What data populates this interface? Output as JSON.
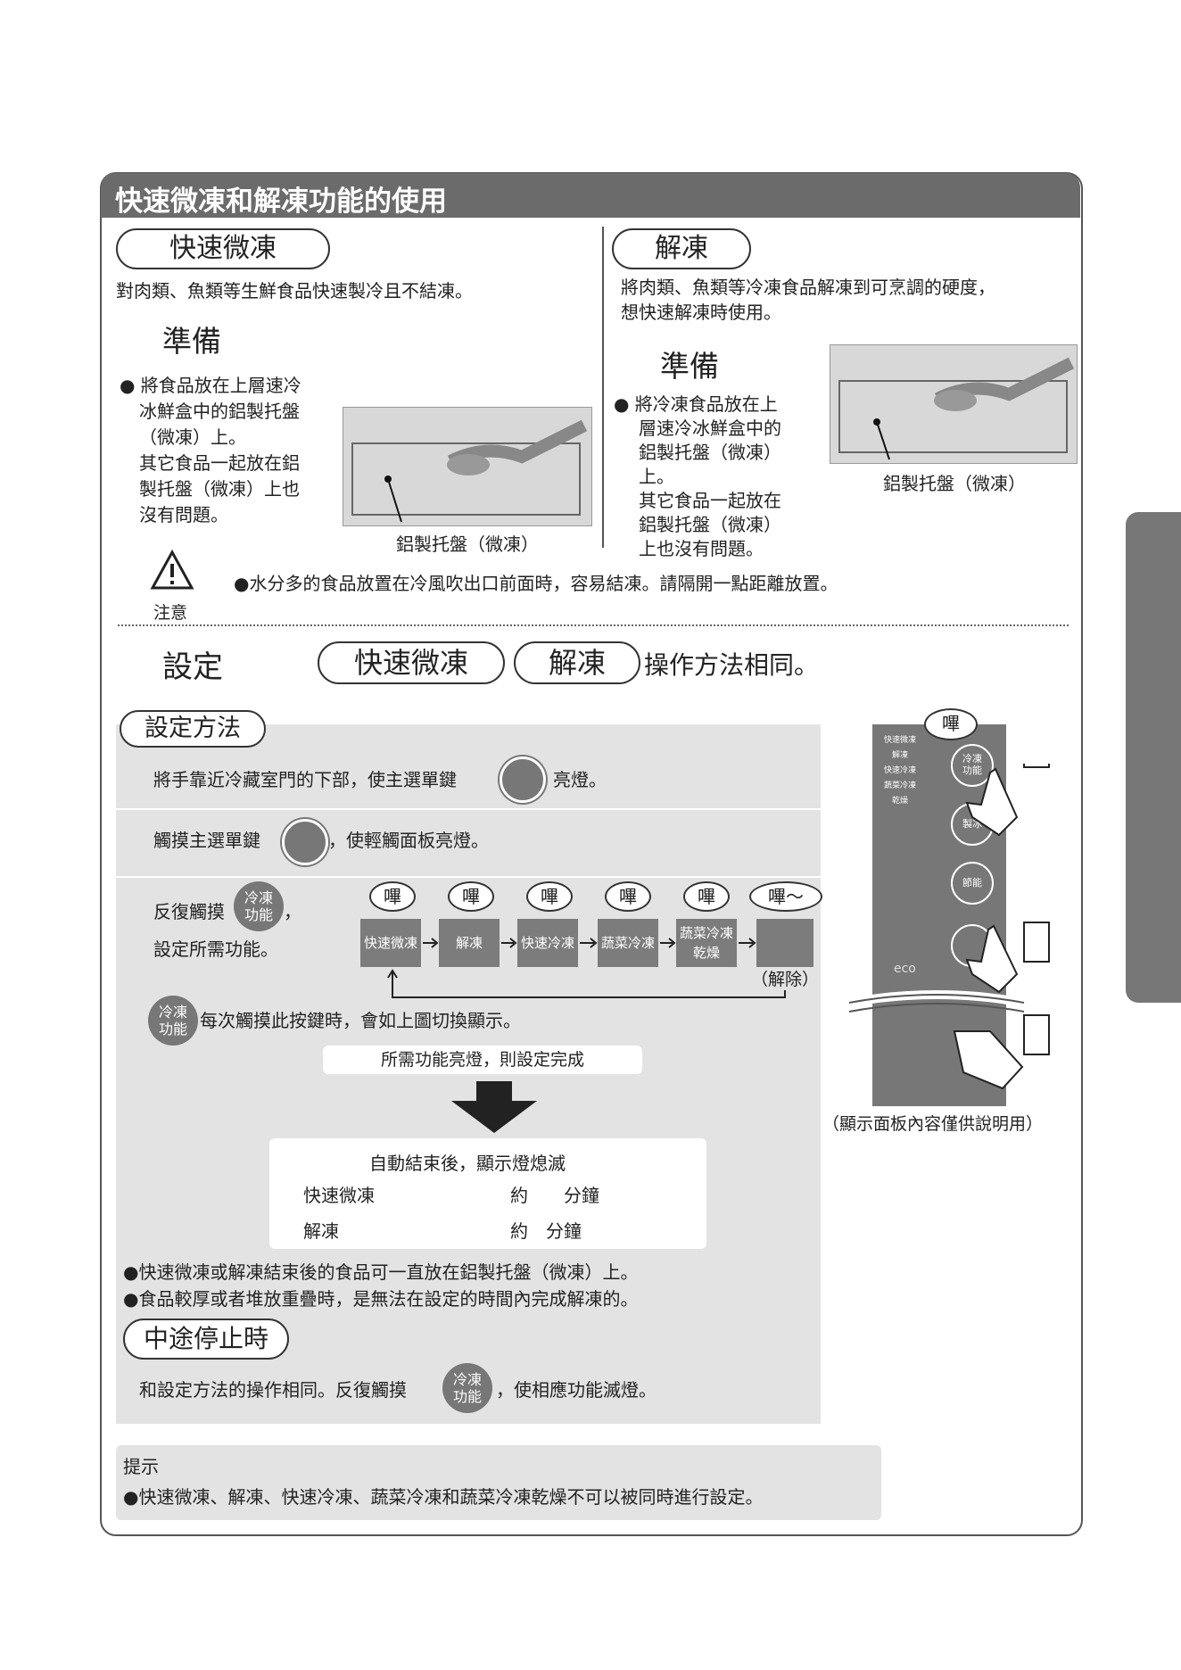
{
  "header": {
    "title": "快速微凍和解凍功能的使用"
  },
  "left": {
    "pill": "快速微凍",
    "desc": "對肉類、魚類等生鮮食品快速製冷且不結凍。",
    "prep_title": "準備",
    "prep_lines": [
      "● 將食品放在上層速冷",
      "冰鮮盒中的鋁製托盤",
      "（微凍）上。",
      "其它食品一起放在鋁",
      "製托盤（微凍）上也",
      "沒有問題。"
    ],
    "photo_label": "鋁製托盤（微凍）"
  },
  "right": {
    "pill": "解凍",
    "desc_lines": [
      "將肉類、魚類等冷凍食品解凍到可烹調的硬度，",
      "想快速解凍時使用。"
    ],
    "prep_title": "準備",
    "prep_lines": [
      "● 將冷凍食品放在上",
      "層速冷冰鮮盒中的",
      "鋁製托盤（微凍）",
      "上。",
      "其它食品一起放在",
      "鋁製托盤（微凍）",
      "上也沒有問題。"
    ],
    "photo_label": "鋁製托盤（微凍）"
  },
  "caution": {
    "label": "注意",
    "text": "●水分多的食品放置在冷風吹出口前面時，容易結凍。請隔開一點距離放置。"
  },
  "setting": {
    "title": "設定",
    "pill1": "快速微凍",
    "pill2": "解凍",
    "suffix": "操作方法相同。"
  },
  "method": {
    "pill": "設定方法",
    "step1a": "將手靠近冷藏室門的下部，使主選單鍵",
    "step1b": "亮燈。",
    "step2a": "觸摸主選單鍵",
    "step2b": "，使輕觸面板亮燈。",
    "step3a": "反復觸摸",
    "step3b": "，",
    "step3c": "設定所需功能。",
    "key_label_1": "冷凍",
    "key_label_2": "功能",
    "beep": "嗶",
    "beep_last": "嗶～",
    "flow": [
      "快速微凍",
      "解凍",
      "快速冷凍",
      "蔬菜冷凍",
      "蔬菜冷凍乾燥"
    ],
    "flow_last_1": "蔬菜冷凍",
    "flow_last_2": "乾燥",
    "release": "（解除）",
    "cycle_note": "每次觸摸此按鍵時，會如上圖切換顯示。",
    "complete": "所需功能亮燈，則設定完成",
    "auto_end": "自動結束後，顯示燈熄滅",
    "row1_name": "快速微凍",
    "row1_value": "約　　分鐘",
    "row2_name": "解凍",
    "row2_value": "約　分鐘",
    "note1": "●快速微凍或解凍結束後的食品可一直放在鋁製托盤（微凍）上。",
    "note2": "●食品較厚或者堆放重疊時，是無法在設定的時間內完成解凍的。"
  },
  "stop": {
    "pill": "中途停止時",
    "text_a": "和設定方法的操作相同。反復觸摸",
    "text_b": "，使相應功能滅燈。"
  },
  "panel": {
    "beep": "嗶",
    "menu": [
      "快速微凍",
      "解凍",
      "快速冷凍",
      "蔬菜冷凍",
      "乾燥"
    ],
    "btn1_1": "冷凍",
    "btn1_2": "功能",
    "btn2": "製冰",
    "btn3": "節能",
    "eco": "eco",
    "caption": "（顯示面板內容僅供說明用）"
  },
  "tip": {
    "title": "提示",
    "text": "●快速微凍、解凍、快速冷凍、蔬菜冷凍和蔬菜冷凍乾燥不可以被同時進行設定。"
  }
}
